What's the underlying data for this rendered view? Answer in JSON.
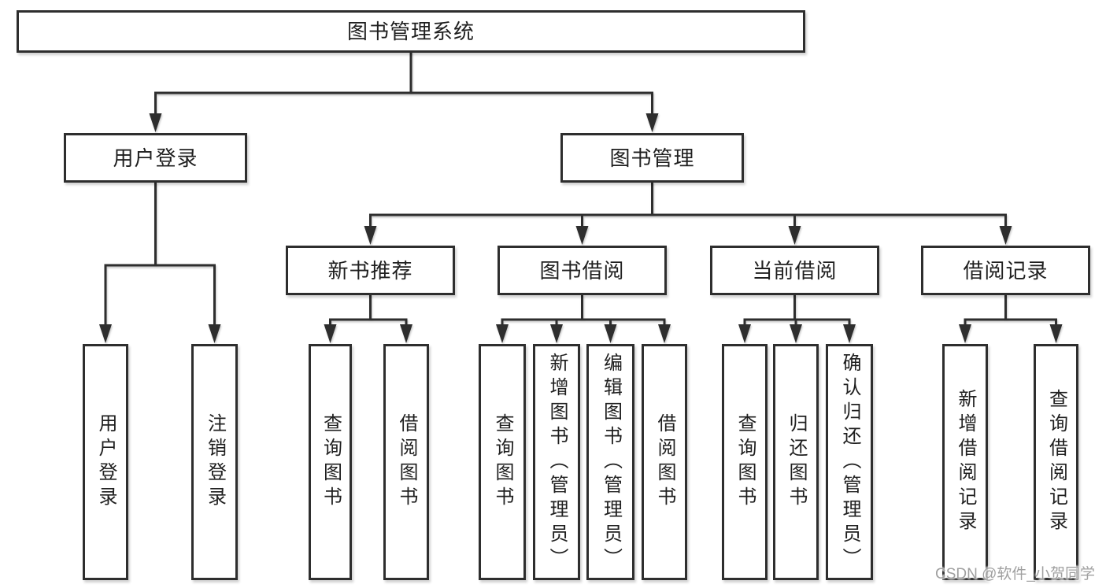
{
  "colors": {
    "line": "#2e2e2e",
    "box_border": "#2e2e2e",
    "box_background": "#ffffff",
    "text": "#1f1f1f",
    "watermark": "#a0a0a0",
    "background": "#ffffff"
  },
  "watermark": {
    "text": "CSDN @软件_小贺同学"
  },
  "tree": {
    "label": "图书管理系统",
    "children": [
      {
        "label": "用户登录",
        "children": [
          {
            "label": "用户登录"
          },
          {
            "label": "注销登录"
          }
        ]
      },
      {
        "label": "图书管理",
        "children": [
          {
            "label": "新书推荐",
            "children": [
              {
                "label": "查询图书"
              },
              {
                "label": "借阅图书"
              }
            ]
          },
          {
            "label": "图书借阅",
            "children": [
              {
                "label": "查询图书"
              },
              {
                "label": "新增图书（管理员）"
              },
              {
                "label": "编辑图书（管理员）"
              },
              {
                "label": "借阅图书"
              }
            ]
          },
          {
            "label": "当前借阅",
            "children": [
              {
                "label": "查询图书"
              },
              {
                "label": "归还图书"
              },
              {
                "label": "确认归还（管理员）"
              }
            ]
          },
          {
            "label": "借阅记录",
            "children": [
              {
                "label": "新增借阅记录"
              },
              {
                "label": "查询借阅记录"
              }
            ]
          }
        ]
      }
    ]
  }
}
